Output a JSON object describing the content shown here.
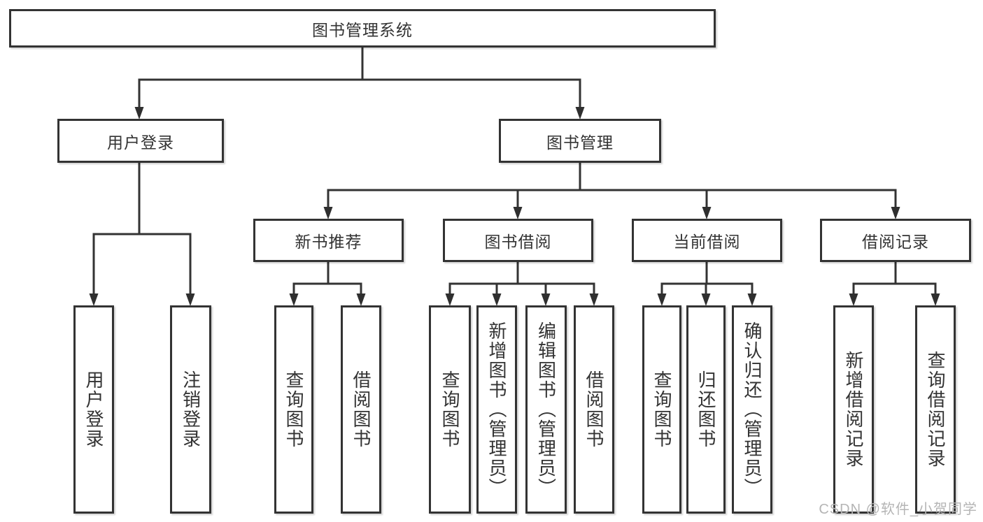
{
  "tree": {
    "root": {
      "label": "图书管理系统"
    },
    "branches": [
      {
        "label": "用户登录",
        "children": [
          {
            "label": "用户登录"
          },
          {
            "label": "注销登录"
          }
        ]
      },
      {
        "label": "图书管理",
        "children": [
          {
            "label": "新书推荐",
            "children": [
              {
                "label": "查询图书"
              },
              {
                "label": "借阅图书"
              }
            ]
          },
          {
            "label": "图书借阅",
            "children": [
              {
                "label": "查询图书"
              },
              {
                "label": "新增图书（管理员）"
              },
              {
                "label": "编辑图书（管理员）"
              },
              {
                "label": "借阅图书"
              }
            ]
          },
          {
            "label": "当前借阅",
            "children": [
              {
                "label": "查询图书"
              },
              {
                "label": "归还图书"
              },
              {
                "label": "确认归还（管理员）"
              }
            ]
          },
          {
            "label": "借阅记录",
            "children": [
              {
                "label": "新增借阅记录"
              },
              {
                "label": "查询借阅记录"
              }
            ]
          }
        ]
      }
    ]
  },
  "watermark": {
    "text": "CSDN @软件_小贺同学"
  },
  "colors": {
    "line": "#333333",
    "box_border": "#333333",
    "box_bg": "#ffffff",
    "text": "#333333",
    "watermark": "#b5b5b5",
    "background": "#ffffff"
  }
}
